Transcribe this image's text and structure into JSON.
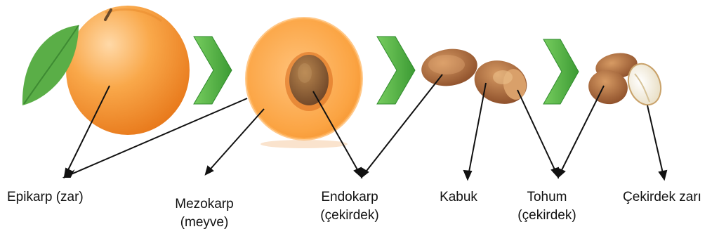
{
  "labels": {
    "epikarp": "Epikarp (zar)",
    "mezokarp_line1": "Mezokarp",
    "mezokarp_line2": "(meyve)",
    "endokarp_line1": "Endokarp",
    "endokarp_line2": "(çekirdek)",
    "kabuk": "Kabuk",
    "tohum_line1": "Tohum",
    "tohum_line2": "(çekirdek)",
    "cekirdek_zari": "Çekirdek zarı"
  },
  "colors": {
    "apricot_light": "#ffc07a",
    "apricot_mid": "#f79a35",
    "apricot_dark": "#e87a1c",
    "leaf": "#5aae47",
    "arrow_green": "#52b848",
    "arrow_green_dark": "#2f8a2c",
    "pit": "#8a5a34",
    "kernel_skin": "#b8793f",
    "kernel_white": "#f3ecd8",
    "pointer": "#111111"
  },
  "icons": [
    "apricot-whole",
    "apricot-half",
    "pit-shell",
    "kernel",
    "chevron-arrow"
  ]
}
